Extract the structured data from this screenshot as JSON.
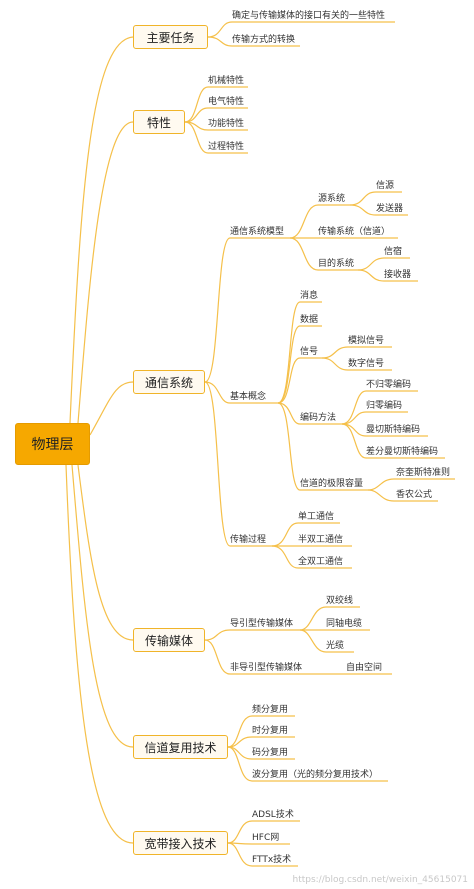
{
  "root": "物理层",
  "branches": {
    "tasks": {
      "label": "主要任务",
      "items": [
        "确定与传输媒体的接口有关的一些特性",
        "传输方式的转换"
      ]
    },
    "features": {
      "label": "特性",
      "items": [
        "机械特性",
        "电气特性",
        "功能特性",
        "过程特性"
      ]
    },
    "comm": {
      "label": "通信系统",
      "model": {
        "label": "通信系统模型",
        "source": {
          "label": "源系统",
          "items": [
            "信源",
            "发送器"
          ]
        },
        "transmission": "传输系统（信道）",
        "dest": {
          "label": "目的系统",
          "items": [
            "信宿",
            "接收器"
          ]
        }
      },
      "concepts": {
        "label": "基本概念",
        "message": "消息",
        "data": "数据",
        "signal": {
          "label": "信号",
          "items": [
            "模拟信号",
            "数字信号"
          ]
        },
        "encoding": {
          "label": "编码方法",
          "items": [
            "不归零编码",
            "归零编码",
            "曼切斯特编码",
            "差分曼切斯特编码"
          ]
        },
        "capacity": {
          "label": "信道的极限容量",
          "items": [
            "奈奎斯特准则",
            "香农公式"
          ]
        }
      },
      "process": {
        "label": "传输过程",
        "items": [
          "单工通信",
          "半双工通信",
          "全双工通信"
        ]
      }
    },
    "media": {
      "label": "传输媒体",
      "guided": {
        "label": "导引型传输媒体",
        "items": [
          "双绞线",
          "同轴电缆",
          "光缆"
        ]
      },
      "unguided": {
        "label": "非导引型传输媒体",
        "item": "自由空间"
      }
    },
    "mux": {
      "label": "信道复用技术",
      "items": [
        "频分复用",
        "时分复用",
        "码分复用",
        "波分复用（光的频分复用技术）"
      ]
    },
    "broadband": {
      "label": "宽带接入技术",
      "items": [
        "ADSL技术",
        "HFC网",
        "FTTx技术"
      ]
    }
  },
  "watermark": "https://blog.csdn.net/weixin_45615071",
  "colors": {
    "line": "#f5c04a",
    "root_fill": "#f6a800",
    "box_border": "#f0b429"
  }
}
